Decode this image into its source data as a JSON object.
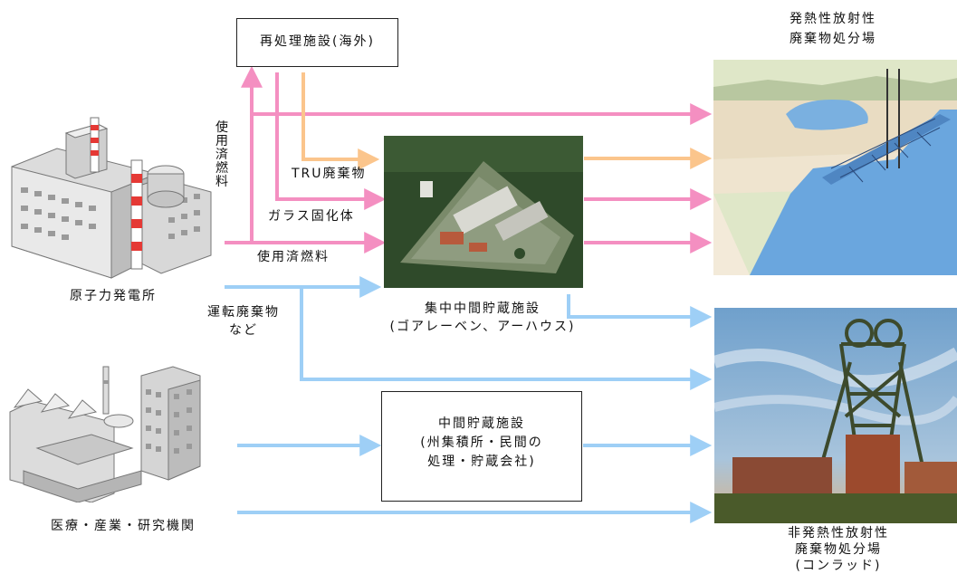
{
  "labels": {
    "reprocessing": "再処理施設(海外)",
    "hot_repo_line1": "発熱性放射性",
    "hot_repo_line2": "廃棄物処分場",
    "spent_fuel_vertical": "使用済燃料",
    "tru_waste": "TRU廃棄物",
    "vitrified": "ガラス固化体",
    "spent_fuel": "使用済燃料",
    "nuclear_plant": "原子力発電所",
    "operational_waste_line1": "運転廃棄物",
    "operational_waste_line2": "など",
    "central_storage_line1": "集中中間貯蔵施設",
    "central_storage_line2": "(ゴアレーベン、アーハウス)",
    "interim_line1": "中間貯蔵施設",
    "interim_line2": "(州集積所・民間の",
    "interim_line3": "処理・貯蔵会社)",
    "medical": "医療・産業・研究機関",
    "nonhot_line1": "非発熱性放射性",
    "nonhot_line2": "廃棄物処分場",
    "nonhot_line3": "(コンラッド)"
  },
  "colors": {
    "pink": "#f48fc1",
    "orange": "#fbc58c",
    "blue": "#9ecff6"
  }
}
